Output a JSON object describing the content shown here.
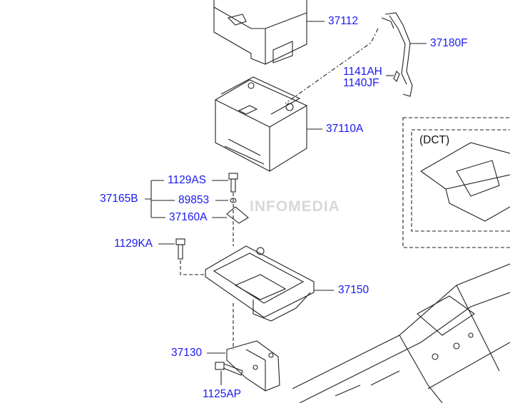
{
  "parts": {
    "cover": "37112",
    "cable": "37180F",
    "bolt_a": "1141AH",
    "bolt_b": "1140JF",
    "battery": "37110A",
    "dct_label": "(DCT)",
    "bolt_as": "1129AS",
    "clamp_assy": "37165B",
    "washer": "89853",
    "clamp": "37160A",
    "bolt_ka": "1129KA",
    "tray": "37150",
    "bracket": "37130",
    "bolt_ap": "1125AP"
  },
  "watermark": "INFOMEDIA",
  "colors": {
    "label": "#1a1aee",
    "line": "#222222"
  }
}
